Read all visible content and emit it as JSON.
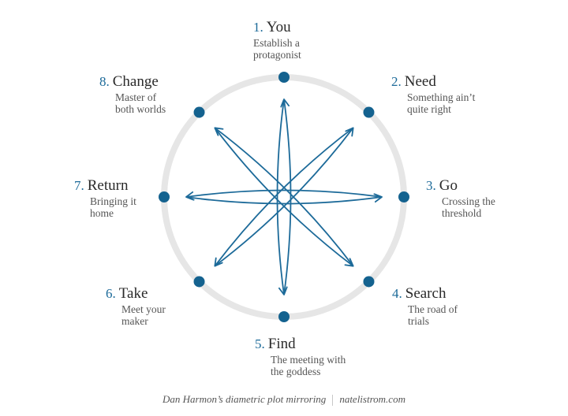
{
  "steps": [
    {
      "num": "1.",
      "title": "You",
      "desc": [
        "Establish a",
        "protagonist"
      ]
    },
    {
      "num": "2.",
      "title": "Need",
      "desc": [
        "Something ain’t",
        "quite right"
      ]
    },
    {
      "num": "3.",
      "title": "Go",
      "desc": [
        "Crossing the",
        "threshold"
      ]
    },
    {
      "num": "4.",
      "title": "Search",
      "desc": [
        "The road of",
        "trials"
      ]
    },
    {
      "num": "5.",
      "title": "Find",
      "desc": [
        "The meeting with",
        "the goddess"
      ]
    },
    {
      "num": "6.",
      "title": "Take",
      "desc": [
        "Meet your",
        "maker"
      ]
    },
    {
      "num": "7.",
      "title": "Return",
      "desc": [
        "Bringing it",
        "home"
      ]
    },
    {
      "num": "8.",
      "title": "Change",
      "desc": [
        "Master of",
        "both worlds"
      ]
    }
  ],
  "arrows": [
    {
      "from": 5,
      "to": 1
    },
    {
      "from": 1,
      "to": 5
    },
    {
      "from": 6,
      "to": 2
    },
    {
      "from": 2,
      "to": 6
    },
    {
      "from": 7,
      "to": 3
    },
    {
      "from": 3,
      "to": 7
    },
    {
      "from": 4,
      "to": 8
    },
    {
      "from": 8,
      "to": 4
    }
  ],
  "footer": {
    "caption": "Dan Harmon’s diametric plot mirroring",
    "source": "natelistrom.com"
  },
  "colors": {
    "ring": "#e6e6e6",
    "node": "#14628f",
    "arrow": "#1c6a99",
    "number": "#1c6a99"
  }
}
